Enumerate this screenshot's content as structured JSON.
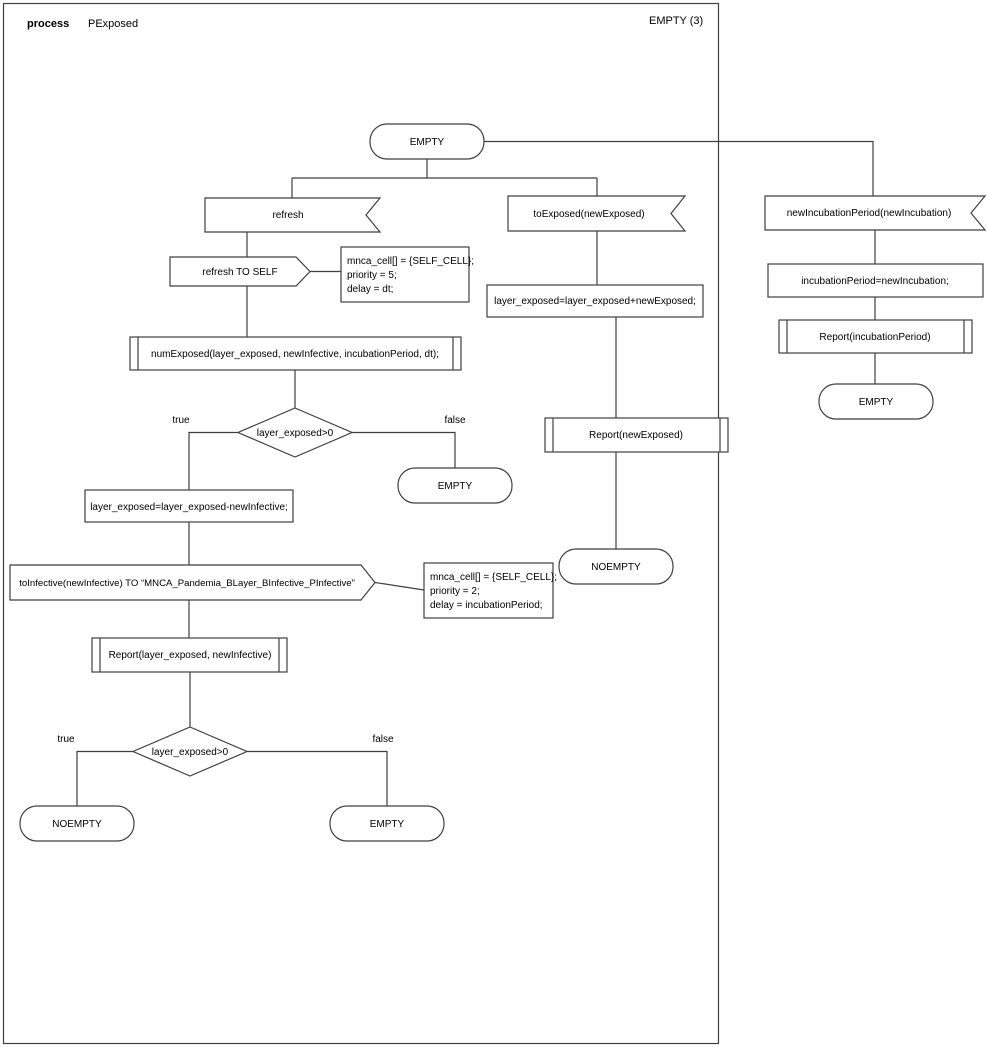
{
  "header": {
    "kind": "process",
    "name": "PExposed",
    "state_summary": "EMPTY (3)"
  },
  "labels": {
    "true": "true",
    "false": "false"
  },
  "states": {
    "start": "EMPTY",
    "after_decision_false": "EMPTY",
    "final_true": "NOEMPTY",
    "final_false": "EMPTY",
    "exposed_end": "NOEMPTY",
    "incubation_end": "EMPTY"
  },
  "signals": {
    "refresh_input": "refresh",
    "refresh_output": "refresh TO SELF",
    "to_exposed_input": "toExposed(newExposed)",
    "to_infective_output": "toInfective(newInfective) TO “MNCA_Pandemia_BLayer_BInfective_PInfective”",
    "new_incubation_input": "newIncubationPeriod(newIncubation)"
  },
  "tasks": {
    "num_exposed": "numExposed(layer_exposed, newInfective, incubationPeriod, dt);",
    "subtract_infective": "layer_exposed=layer_exposed-newInfective;",
    "add_exposed": "layer_exposed=layer_exposed+newExposed;",
    "set_incubation": "incubationPeriod=newIncubation;",
    "report_layer": "Report(layer_exposed, newInfective)",
    "report_new_exposed": "Report(newExposed)",
    "report_incubation": "Report(incubationPeriod)"
  },
  "decisions": {
    "d1": "layer_exposed>0",
    "d2": "layer_exposed>0"
  },
  "comments": {
    "refresh": {
      "l1": "mnca_cell[] = {SELF_CELL};",
      "l2": "priority = 5;",
      "l3": "delay = dt;"
    },
    "to_infective": {
      "l1": "mnca_cell[] = {SELF_CELL};",
      "l2": "priority = 2;",
      "l3": "delay = incubationPeriod;"
    }
  }
}
